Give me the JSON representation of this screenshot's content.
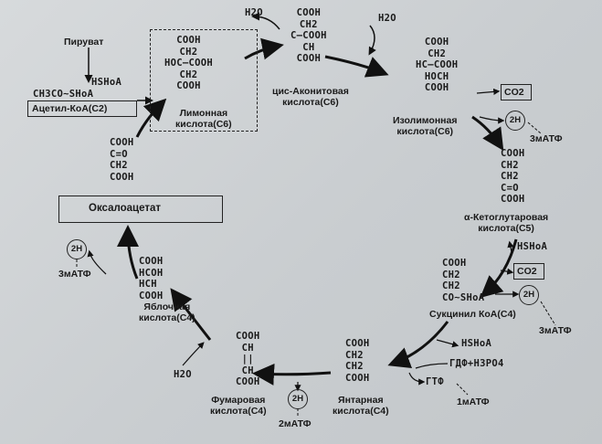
{
  "inputs": {
    "pyruvate": "Пируват",
    "hshoa": "HSHoA",
    "acetyl_formula": "CH3CO~SHoA",
    "acetyl_box": "Ацетил-КоА(С2)"
  },
  "citrate": {
    "formula": "COOH\nCH2\nHOC—COOH\nCH2\nCOOH",
    "name": "Лимонная\nкислота(С6)"
  },
  "h2o_1": "H2O",
  "h2o_2": "H2O",
  "cis_aconitate": {
    "formula": "COOH\nCH2\nC—COOH\nCH\nCOOH",
    "name": "цис-Аконитовая\nкислота(С6)"
  },
  "isocitrate": {
    "formula": "COOH\nCH2\nHC—COOH\nHOCH\nCOOH",
    "name": "Изолимонная\nкислота(С6)"
  },
  "co2_1": "CO2",
  "twoH_1": "2H",
  "atp_1": "3мАТФ",
  "ketoglutarate": {
    "formula": "COOH\nCH2\nCH2\nC=O\nCOOH",
    "name": "α-Кетоглутаровая\nкислота(С5)"
  },
  "hshoa_2": "HSHoA",
  "co2_2": "CO2",
  "twoH_2": "2H",
  "atp_2": "3мАТФ",
  "succinyl": {
    "formula": "COOH\nCH2\nCH2\nCO~SHoA",
    "name": "Сукцинил КоА(С4)"
  },
  "hshoa_3": "HSHoA",
  "gdp": "ГДФ+H3PO4",
  "gtp": "ГТФ",
  "atp_3": "1мАТФ",
  "succinate": {
    "formula": "COOH\nCH2\nCH2\nCOOH",
    "name": "Янтарная\nкислота(С4)"
  },
  "twoH_3": "2H",
  "atp_4": "2мАТФ",
  "fumarate": {
    "formula": "COOH\nCH\n||\nCH\nCOOH",
    "name": "Фумаровая\nкислота(С4)"
  },
  "h2o_3": "H2O",
  "malate": {
    "formula": "COOH\nHCOH\nHCH\nCOOH",
    "name": "Яблочная\nкислота(С4)"
  },
  "twoH_4": "2H",
  "atp_5": "3мАТФ",
  "oxaloacetate_box": "Оксалоацетат",
  "oxaloacetate_formula": "COOH\nC=O\nCH2\nCOOH"
}
